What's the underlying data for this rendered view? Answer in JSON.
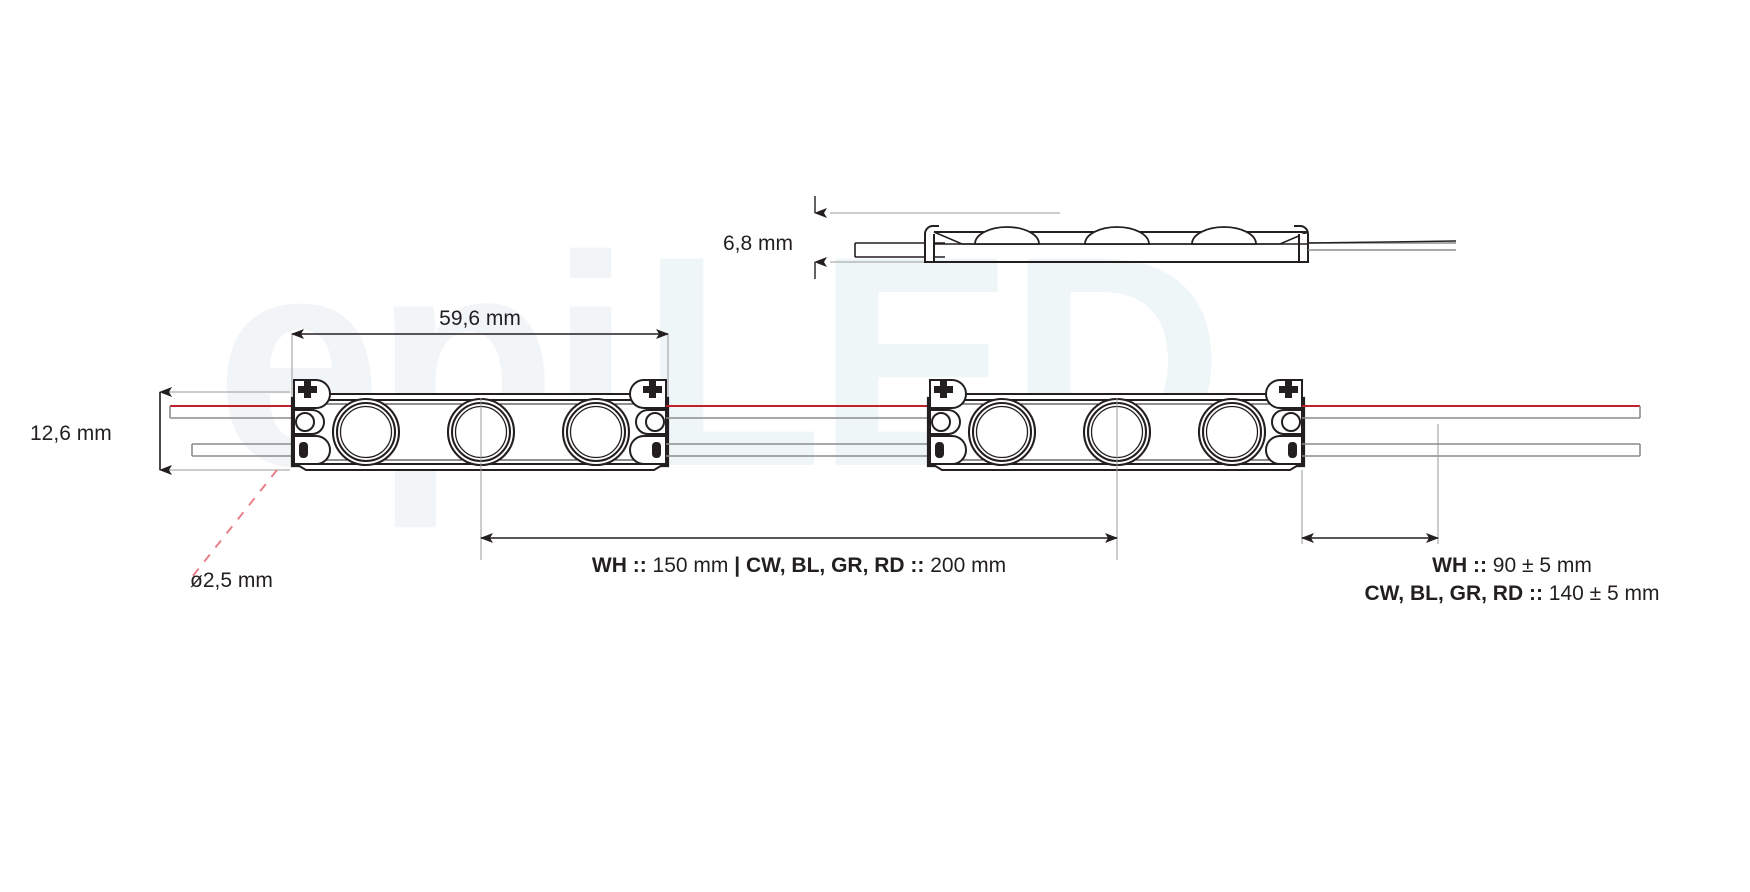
{
  "drawing": {
    "title": "LED module dimension drawing",
    "watermark": "epiLED",
    "brand_color": "#eef4f7",
    "line_color": "#231f20",
    "wire_positive_color": "#c0202a",
    "wire_neutral_color": "#8c8c8c",
    "callout_color": "#e8808a",
    "lens_fill": "#ffffff"
  },
  "dimensions": {
    "height_side": "6,8 mm",
    "width_module": "59,6 mm",
    "height_module": "12,6 mm",
    "hole_diameter": "ø2,5 mm",
    "spacing": {
      "part1_bold": "WH ::",
      "part1_value": " 150 mm ",
      "separator": "| ",
      "part2_bold": "CW, BL, GR, RD ::",
      "part2_value": " 200 mm",
      "full": "WH :: 150 mm | CW, BL, GR, RD :: 200 mm"
    },
    "lead_line_1": {
      "bold": "WH ::",
      "value": " 90 ± 5 mm",
      "full": "WH :: 90 ± 5 mm"
    },
    "lead_line_2": {
      "bold": "CW, BL, GR, RD ::",
      "value": " 140 ± 5 mm",
      "full": "CW, BL, GR, RD :: 140 ± 5 mm"
    }
  },
  "modules": {
    "count": 2,
    "leds_per_module": 3,
    "pads": [
      "plus-pad",
      "round-pad",
      "slot-pad"
    ]
  }
}
